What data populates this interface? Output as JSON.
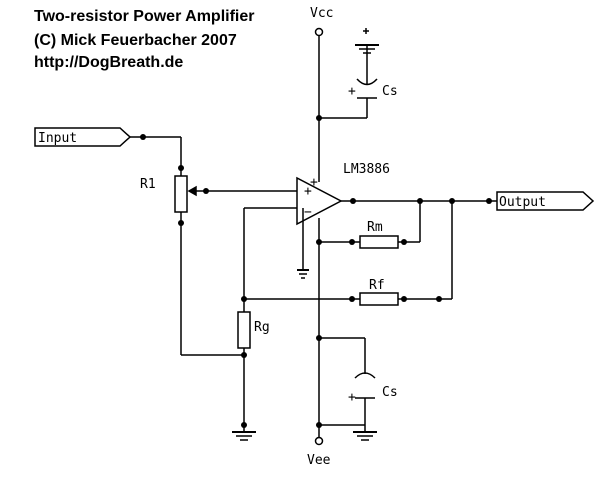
{
  "header": {
    "title": "Two-resistor Power Amplifier",
    "copyright": "(C) Mick Feuerbacher 2007",
    "url": "http://DogBreath.de"
  },
  "labels": {
    "vcc": "Vcc",
    "vee": "Vee",
    "input": "Input",
    "output": "Output",
    "r1": "R1",
    "rg": "Rg",
    "rm": "Rm",
    "rf": "Rf",
    "cs_top": "Cs",
    "cs_bottom": "Cs",
    "opamp": "LM3886",
    "plus": "+",
    "minus": "−"
  }
}
